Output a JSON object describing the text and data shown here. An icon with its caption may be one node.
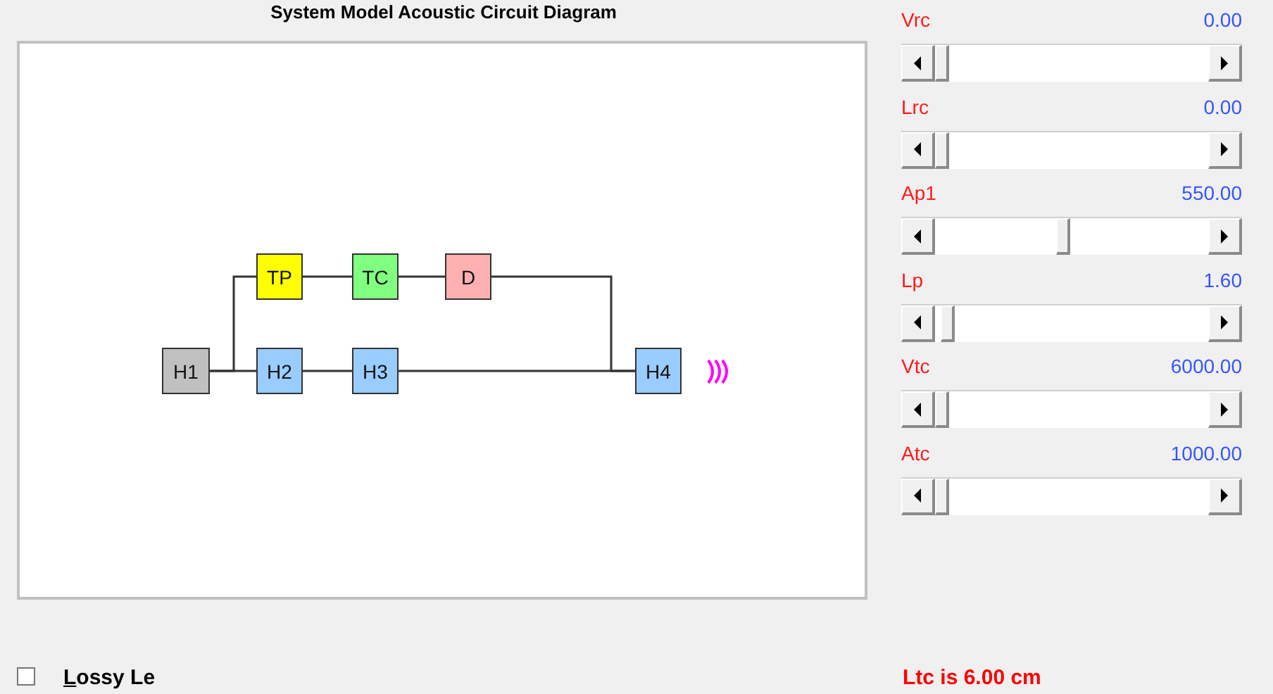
{
  "diagram": {
    "title": "System Model Acoustic Circuit Diagram",
    "nodes": [
      {
        "text": [
          "TP"
        ]
      },
      {
        "text": [
          "TC"
        ]
      },
      {
        "text": [
          "D"
        ]
      },
      {
        "text": [
          "H1"
        ]
      },
      {
        "text": [
          "H2"
        ]
      },
      {
        "text": [
          "H3"
        ]
      },
      {
        "text": [
          "H4"
        ]
      }
    ],
    "edges": [
      {
        "from": 3,
        "to": 0,
        "arrow": "none"
      },
      {
        "from": 0,
        "to": 1,
        "arrow": "none"
      },
      {
        "from": 1,
        "to": 2,
        "arrow": "none"
      },
      {
        "from": 2,
        "to": 6,
        "arrow": "none"
      },
      {
        "from": 3,
        "to": 4,
        "arrow": "none"
      },
      {
        "from": 4,
        "to": 5,
        "arrow": "none"
      },
      {
        "from": 5,
        "to": 6,
        "arrow": "none"
      }
    ],
    "labels": [
      "Vrc",
      "0.00",
      "Lrc",
      "0.00",
      "Ap1",
      "550.00",
      "Lp",
      "1.60",
      "Vtc",
      "6000.00",
      "Atc",
      "1000.00",
      "Lossy Le",
      "Ltc is 6.00 cm"
    ]
  }
}
